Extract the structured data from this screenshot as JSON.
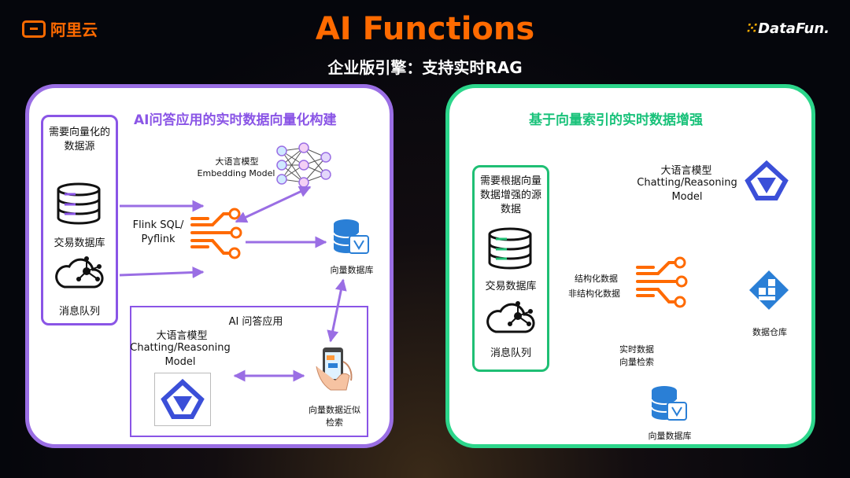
{
  "header": {
    "logo_left": "阿里云",
    "logo_right": "DataFun.",
    "title": "AI Functions",
    "subtitle": "企业版引擎：支持实时RAG"
  },
  "colors": {
    "accent": "#ff6a00",
    "purple": "#9a6ee4",
    "green": "#2cd68b",
    "blue": "#2a6fd6"
  },
  "left": {
    "title": "AI问答应用的实时数据向量化构建",
    "sources_title": "需要向量化的数据源",
    "db_label": "交易数据库",
    "mq_label": "消息队列",
    "flink_label": "Flink SQL/ Pyflink",
    "embed_cn": "大语言模型",
    "embed_en": "Embedding Model",
    "vecdb_label": "向量数据库",
    "app_title": "AI 问答应用",
    "llm_cn": "大语言模型",
    "llm_en": "Chatting/Reasoning Model",
    "search_label": "向量数据近似检索"
  },
  "right": {
    "title": "基于向量索引的实时数据增强",
    "sources_title": "需要根据向量数据增强的源数据",
    "db_label": "交易数据库",
    "mq_label": "消息队列",
    "structured": "结构化数据",
    "unstructured": "非结构化数据",
    "llm_cn": "大语言模型",
    "llm_en": "Chatting/Reasoning Model",
    "warehouse_label": "数据仓库",
    "realtime_cn": "实时数据向量检索",
    "vecdb_label": "向量数据库"
  },
  "icons": [
    "database-icon",
    "cloud-network-icon",
    "flow-icon",
    "neural-net-icon",
    "vector-db-icon",
    "phone-icon",
    "model-logo-icon",
    "warehouse-icon"
  ]
}
